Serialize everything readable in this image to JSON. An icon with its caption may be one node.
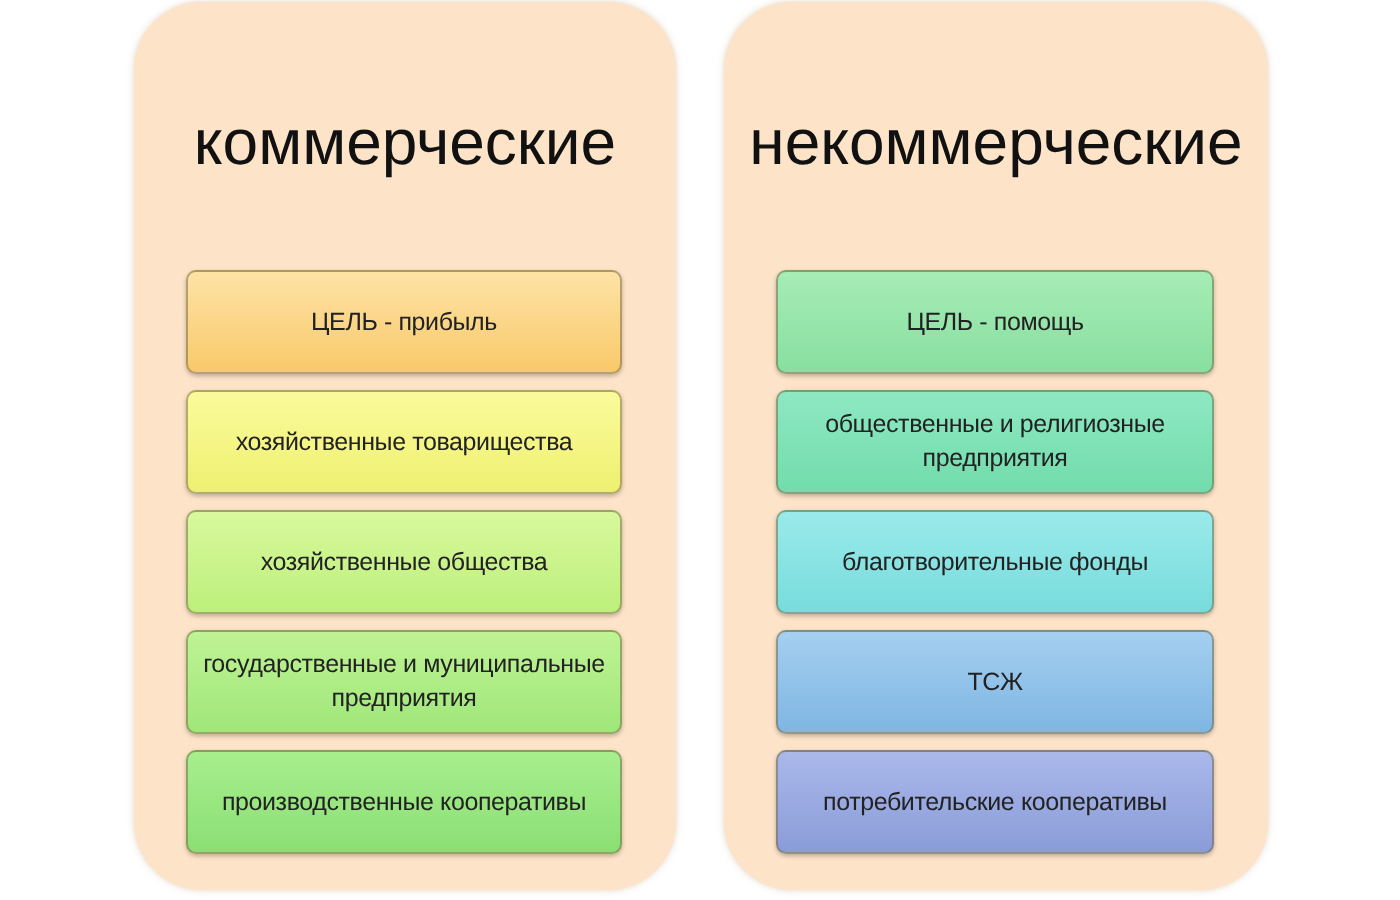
{
  "diagram": {
    "nodes": [
      {
        "text": [
          "коммерческие"
        ]
      },
      {
        "text": [
          "ЦЕЛЬ - прибыль"
        ],
        "in": 0
      },
      {
        "text": [
          "хозяйственные товарищества"
        ],
        "in": 0
      },
      {
        "text": [
          "хозяйственные общества"
        ],
        "in": 0
      },
      {
        "text": [
          "государственные и муниципальные предприятия"
        ],
        "in": 0
      },
      {
        "text": [
          "производственные кооперативы"
        ],
        "in": 0
      },
      {
        "text": [
          "некоммерческие"
        ]
      },
      {
        "text": [
          "ЦЕЛЬ - помощь"
        ],
        "in": 6
      },
      {
        "text": [
          "общественные и религиозные предприятия"
        ],
        "in": 6
      },
      {
        "text": [
          "благотворительные фонды"
        ],
        "in": 6
      },
      {
        "text": [
          "ТСЖ"
        ],
        "in": 6
      },
      {
        "text": [
          "потребительские кооперативы"
        ],
        "in": 6
      }
    ]
  }
}
